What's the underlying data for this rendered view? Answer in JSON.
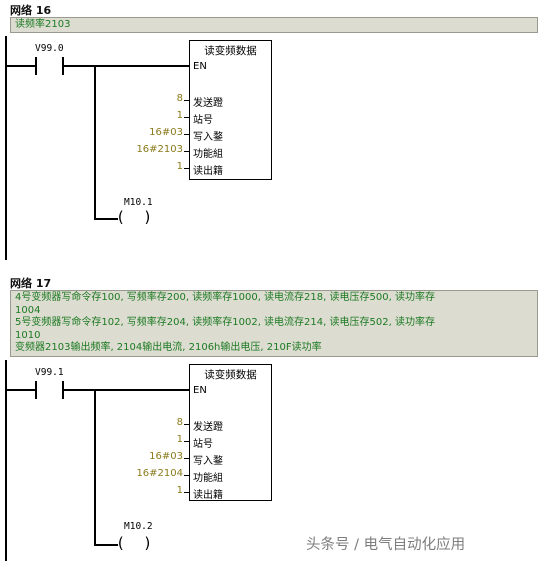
{
  "networks": [
    {
      "header": "网络 16",
      "comment_lines": [
        "读频率2103"
      ],
      "contact": "V99.0",
      "block": {
        "title": "读变频数据",
        "en": "EN",
        "params": [
          {
            "value": "8",
            "name": "发送蹬"
          },
          {
            "value": "1",
            "name": "站号"
          },
          {
            "value": "16#03",
            "name": "写入鍪"
          },
          {
            "value": "16#2103",
            "name": "功能組"
          },
          {
            "value": "1",
            "name": "读出籍"
          }
        ]
      },
      "coil": "M10.1"
    },
    {
      "header": "网络 17",
      "comment_lines": [
        "4号变频器写命令存100, 写频率存200, 读频率存1000, 读电流存218, 读电压存500, 读功率存",
        "1004",
        "5号变频器写命令存102, 写频率存204, 读频率存1002, 读电流存214, 读电压存502, 读功率存",
        "1010",
        "变频器2103输出频率, 2104输出电流, 2106h输出电压, 210F读功率"
      ],
      "contact": "V99.1",
      "block": {
        "title": "读变频数据",
        "en": "EN",
        "params": [
          {
            "value": "8",
            "name": "发送蹬"
          },
          {
            "value": "1",
            "name": "站号"
          },
          {
            "value": "16#03",
            "name": "写入鍪"
          },
          {
            "value": "16#2104",
            "name": "功能組"
          },
          {
            "value": "1",
            "name": "读出籍"
          }
        ]
      },
      "coil": "M10.2"
    }
  ],
  "watermark": "头条号 / 电气自动化应用"
}
